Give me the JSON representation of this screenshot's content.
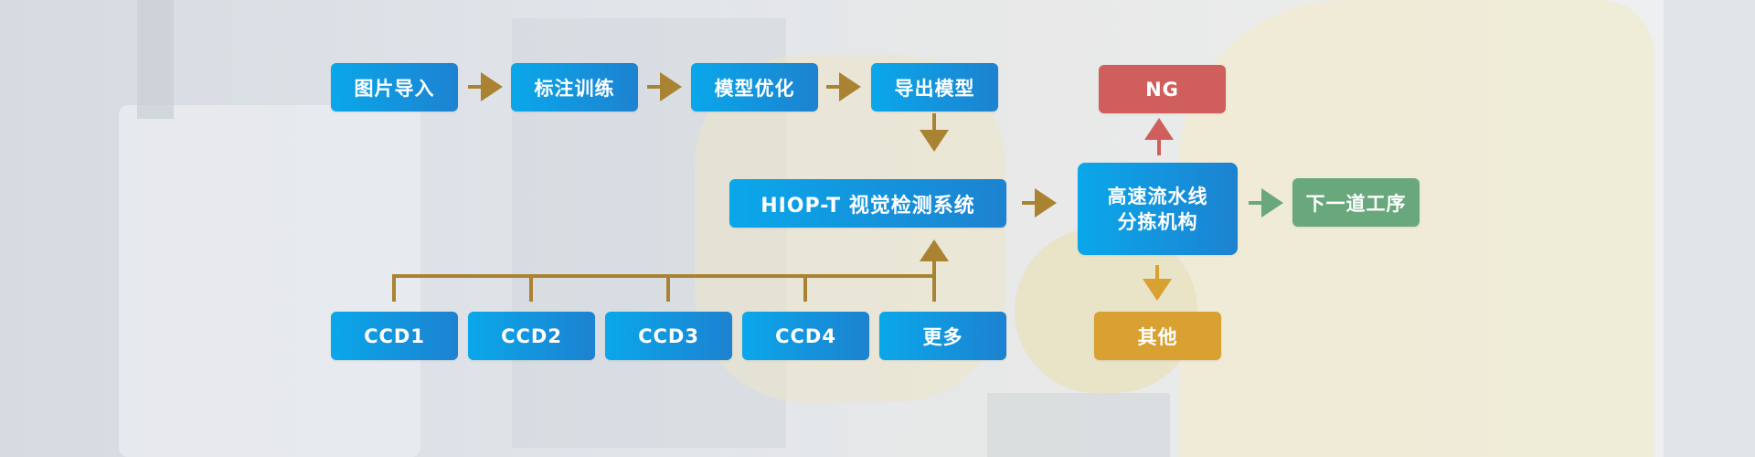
{
  "colors": {
    "arrow_gold": "#a98332",
    "arrow_red": "#cf5e5c",
    "arrow_green": "#69a87c",
    "arrow_orange": "#d9a032",
    "node_blue_start": "#0aa7ea",
    "node_blue_end": "#1d82d0"
  },
  "pipeline": [
    {
      "id": "import",
      "label": "图片导入"
    },
    {
      "id": "annotate",
      "label": "标注训练"
    },
    {
      "id": "optimize",
      "label": "模型优化"
    },
    {
      "id": "export",
      "label": "导出模型"
    }
  ],
  "system": {
    "label": "HIOP-T 视觉检测系统"
  },
  "cameras": [
    {
      "id": "ccd1",
      "label": "CCD1"
    },
    {
      "id": "ccd2",
      "label": "CCD2"
    },
    {
      "id": "ccd3",
      "label": "CCD3"
    },
    {
      "id": "ccd4",
      "label": "CCD4"
    },
    {
      "id": "more",
      "label": "更多"
    }
  ],
  "sorter": {
    "line1": "高速流水线",
    "line2": "分拣机构"
  },
  "outputs": {
    "ng": "NG",
    "next": "下一道工序",
    "other": "其他"
  }
}
